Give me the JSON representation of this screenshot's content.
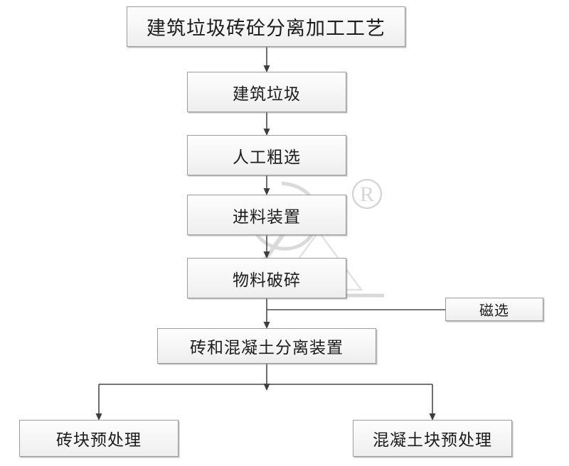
{
  "diagram": {
    "title": "建筑垃圾砖砼分离加工工艺",
    "background": "#ffffff",
    "box_border_color": "#9c9c9c",
    "box_fill_color": "#f4f4f4",
    "line_color": "#4a4a4a",
    "text_color": "#1b1b1b",
    "watermark_color": "#dcdcdc",
    "nodes": {
      "title": "建筑垃圾砖砼分离加工工艺",
      "step1": "建筑垃圾",
      "step2": "人工粗选",
      "step3": "进料装置",
      "step4": "物料破碎",
      "magnetic": "磁选",
      "separator": "砖和混凝土分离装置",
      "output_left": "砖块预处理",
      "output_right": "混凝土块预处理"
    },
    "watermark": {
      "registered_mark": "®"
    }
  }
}
